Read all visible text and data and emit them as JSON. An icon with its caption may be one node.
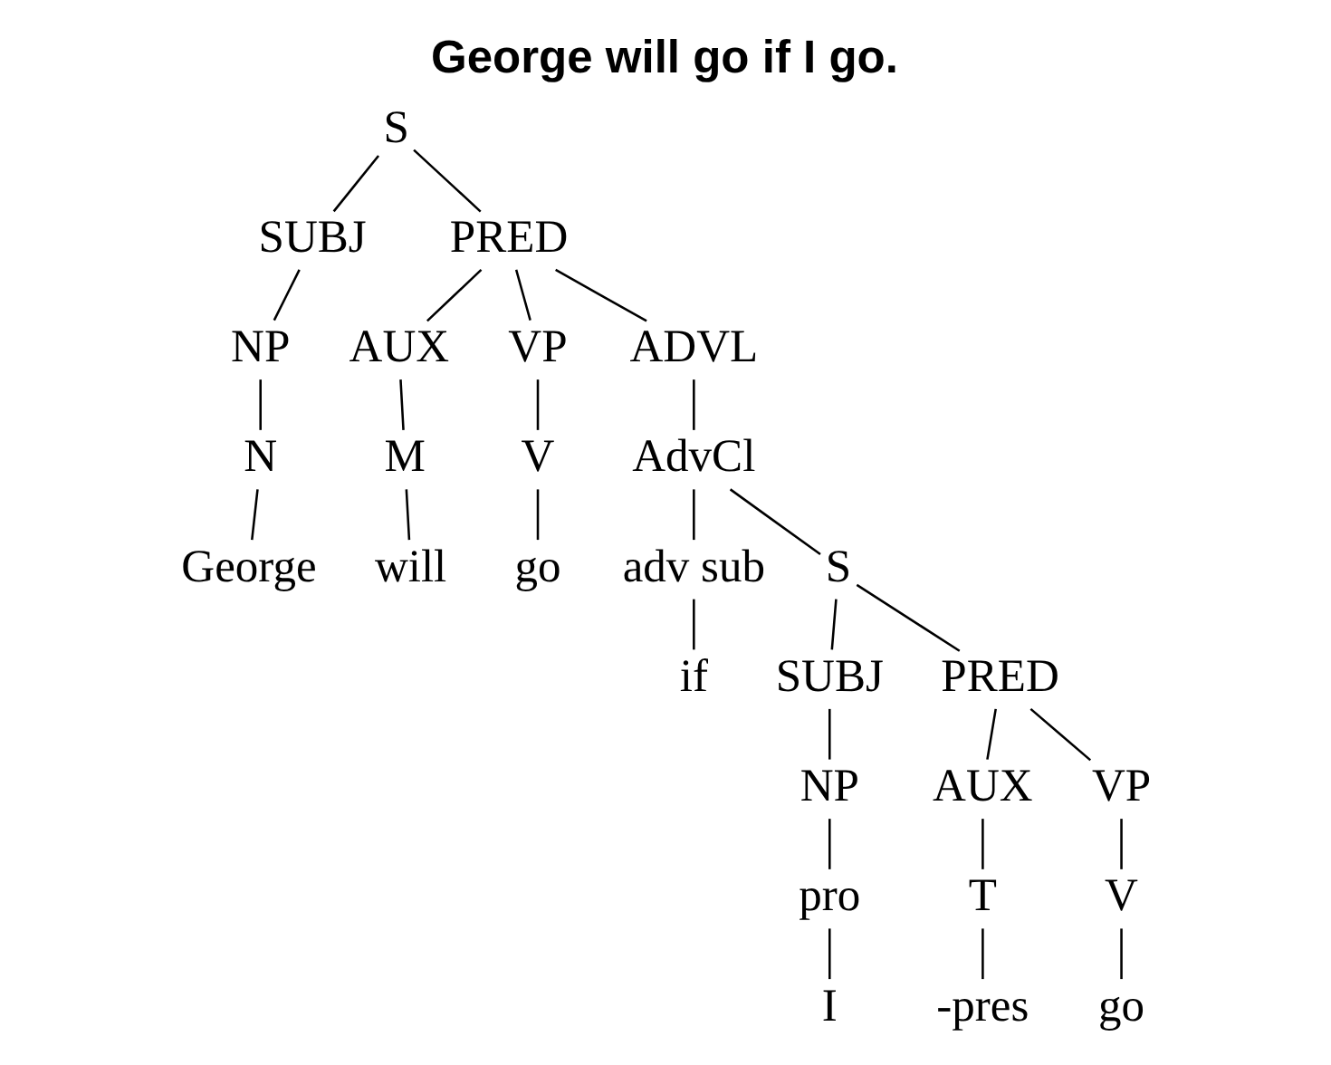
{
  "diagram": {
    "title": "George will go if I go.",
    "nodes": [
      {
        "text": [
          "S"
        ]
      },
      {
        "text": [
          "SUBJ"
        ]
      },
      {
        "text": [
          "PRED"
        ]
      },
      {
        "text": [
          "NP"
        ]
      },
      {
        "text": [
          "AUX"
        ]
      },
      {
        "text": [
          "VP"
        ]
      },
      {
        "text": [
          "ADVL"
        ]
      },
      {
        "text": [
          "N"
        ]
      },
      {
        "text": [
          "M"
        ]
      },
      {
        "text": [
          "V"
        ]
      },
      {
        "text": [
          "AdvCl"
        ]
      },
      {
        "text": [
          "George"
        ]
      },
      {
        "text": [
          "will"
        ]
      },
      {
        "text": [
          "go"
        ]
      },
      {
        "text": [
          "adv sub"
        ]
      },
      {
        "text": [
          "S"
        ]
      },
      {
        "text": [
          "if"
        ]
      },
      {
        "text": [
          "SUBJ"
        ]
      },
      {
        "text": [
          "PRED"
        ]
      },
      {
        "text": [
          "NP"
        ]
      },
      {
        "text": [
          "AUX"
        ]
      },
      {
        "text": [
          "VP"
        ]
      },
      {
        "text": [
          "pro"
        ]
      },
      {
        "text": [
          "T"
        ]
      },
      {
        "text": [
          "V"
        ]
      },
      {
        "text": [
          "I"
        ]
      },
      {
        "text": [
          "-pres"
        ]
      },
      {
        "text": [
          "go"
        ]
      }
    ],
    "edges": [
      {
        "from": 0,
        "to": 1,
        "arrow": "none"
      },
      {
        "from": 0,
        "to": 2,
        "arrow": "none"
      },
      {
        "from": 1,
        "to": 3,
        "arrow": "none"
      },
      {
        "from": 2,
        "to": 4,
        "arrow": "none"
      },
      {
        "from": 2,
        "to": 5,
        "arrow": "none"
      },
      {
        "from": 2,
        "to": 6,
        "arrow": "none"
      },
      {
        "from": 3,
        "to": 7,
        "arrow": "none"
      },
      {
        "from": 4,
        "to": 8,
        "arrow": "none"
      },
      {
        "from": 5,
        "to": 9,
        "arrow": "none"
      },
      {
        "from": 6,
        "to": 10,
        "arrow": "none"
      },
      {
        "from": 7,
        "to": 11,
        "arrow": "none"
      },
      {
        "from": 8,
        "to": 12,
        "arrow": "none"
      },
      {
        "from": 9,
        "to": 13,
        "arrow": "none"
      },
      {
        "from": 10,
        "to": 14,
        "arrow": "none"
      },
      {
        "from": 10,
        "to": 15,
        "arrow": "none"
      },
      {
        "from": 14,
        "to": 16,
        "arrow": "none"
      },
      {
        "from": 15,
        "to": 17,
        "arrow": "none"
      },
      {
        "from": 15,
        "to": 18,
        "arrow": "none"
      },
      {
        "from": 17,
        "to": 19,
        "arrow": "none"
      },
      {
        "from": 18,
        "to": 20,
        "arrow": "none"
      },
      {
        "from": 18,
        "to": 21,
        "arrow": "none"
      },
      {
        "from": 19,
        "to": 22,
        "arrow": "none"
      },
      {
        "from": 20,
        "to": 23,
        "arrow": "none"
      },
      {
        "from": 21,
        "to": 24,
        "arrow": "none"
      },
      {
        "from": 22,
        "to": 25,
        "arrow": "none"
      },
      {
        "from": 23,
        "to": 26,
        "arrow": "none"
      },
      {
        "from": 24,
        "to": 27,
        "arrow": "none"
      }
    ]
  }
}
